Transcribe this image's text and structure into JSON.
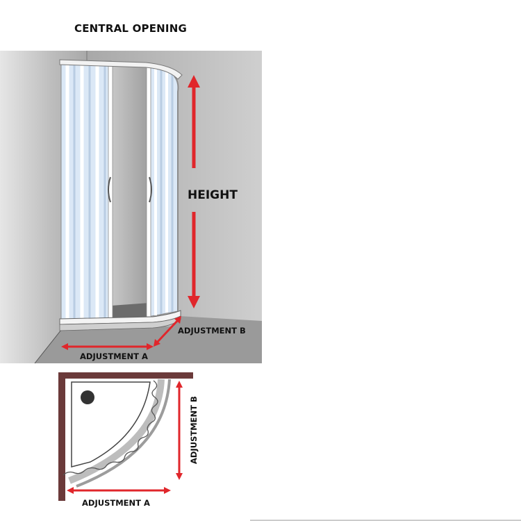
{
  "title": "CENTRAL OPENING",
  "labels": {
    "height": "HEIGHT",
    "adjustment_a": "ADJUSTMENT A",
    "adjustment_b": "ADJUSTMENT B",
    "plan_adjustment_a": "ADJUSTMENT A",
    "plan_adjustment_b": "ADJUSTMENT B"
  },
  "colors": {
    "arrow": "#e0262b",
    "wall_frame": "#6b3a3a",
    "wall_grey": "#b4b4b4",
    "floor_grey": "#9a9a9a",
    "panel_blue": "#d6e6f5"
  }
}
